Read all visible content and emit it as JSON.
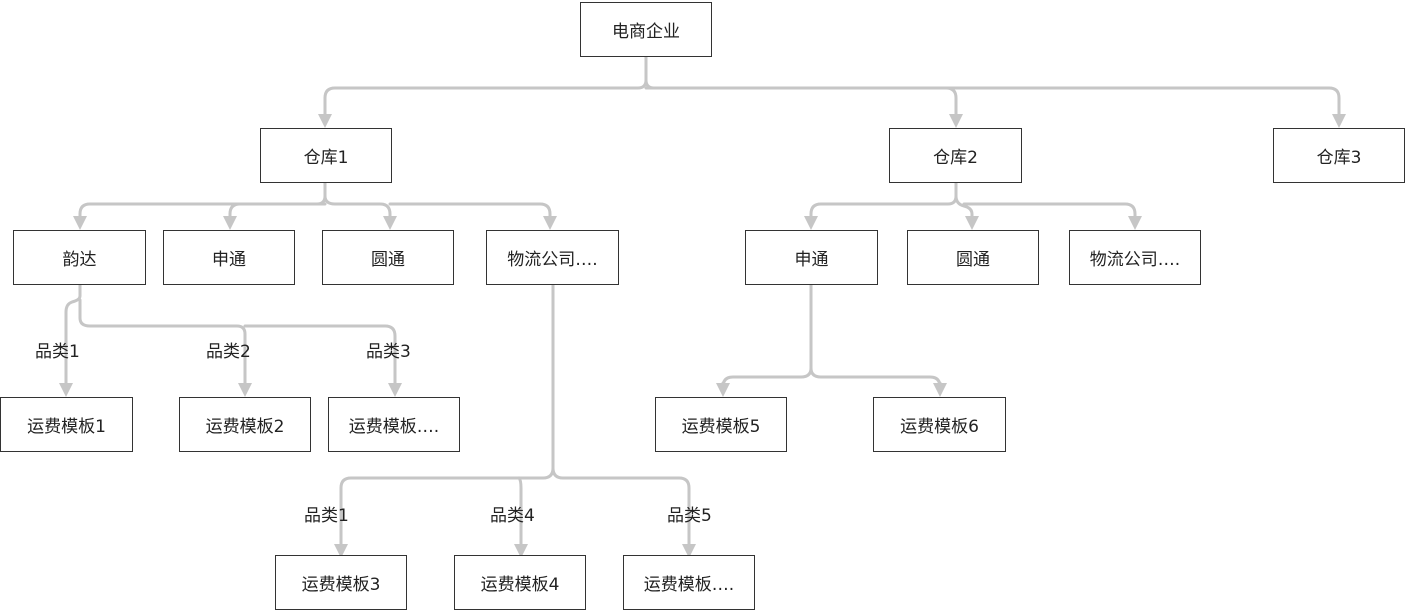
{
  "nodes": {
    "root": "电商企业",
    "warehouse_1": "仓库1",
    "warehouse_2": "仓库2",
    "warehouse_3": "仓库3",
    "w1_yunda": "韵达",
    "w1_shentong": "申通",
    "w1_yuantong": "圆通",
    "w1_other": "物流公司….",
    "w2_shentong": "申通",
    "w2_yuantong": "圆通",
    "w2_other": "物流公司….",
    "template_1": "运费模板1",
    "template_2": "运费模板2",
    "template_more_1": "运费模板….",
    "template_3": "运费模板3",
    "template_4": "运费模板4",
    "template_more_2": "运费模板….",
    "template_5": "运费模板5",
    "template_6": "运费模板6"
  },
  "edge_labels": {
    "yunda_cat_1": "品类1",
    "yunda_cat_2": "品类2",
    "yunda_cat_3": "品类3",
    "other_cat_1": "品类1",
    "other_cat_4": "品类4",
    "other_cat_5": "品类5"
  },
  "colors": {
    "connector": "#c6c6c6",
    "node_border": "#333333",
    "text": "#222222",
    "background": "#ffffff"
  }
}
